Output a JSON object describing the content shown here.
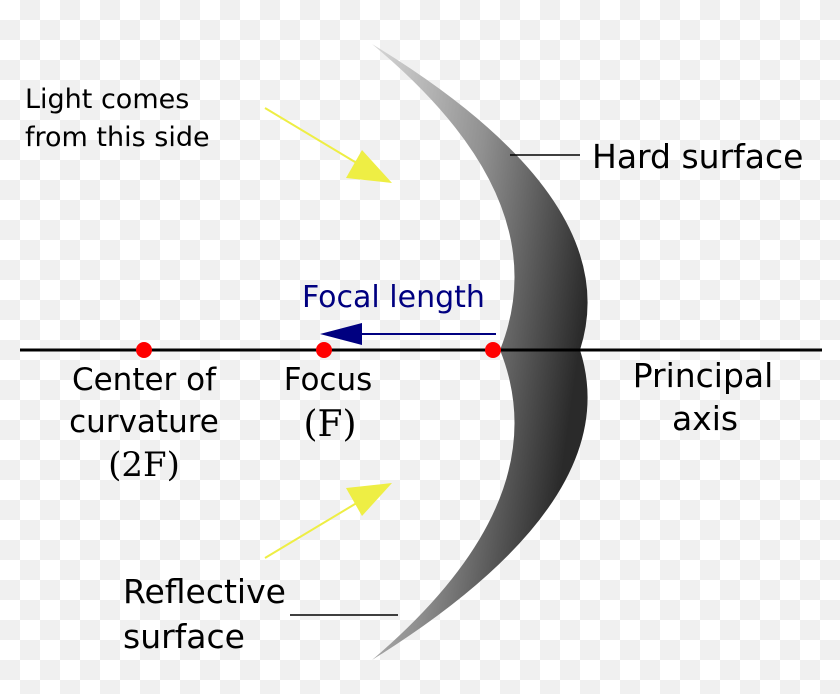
{
  "labels": {
    "light_source": [
      "Light comes",
      "from this side"
    ],
    "hard_surface": "Hard surface",
    "focal_length": "Focal length",
    "center": [
      "Center of",
      "curvature",
      "(2F)"
    ],
    "focus": [
      "Focus",
      "(F)"
    ],
    "principal_axis": [
      "Principal",
      "axis"
    ],
    "reflective": [
      "Reflective",
      "surface"
    ]
  },
  "colors": {
    "points": "#ff0000",
    "focal_arrow": "#000080",
    "light_arrows": "#eeee44",
    "axis": "#000000"
  }
}
